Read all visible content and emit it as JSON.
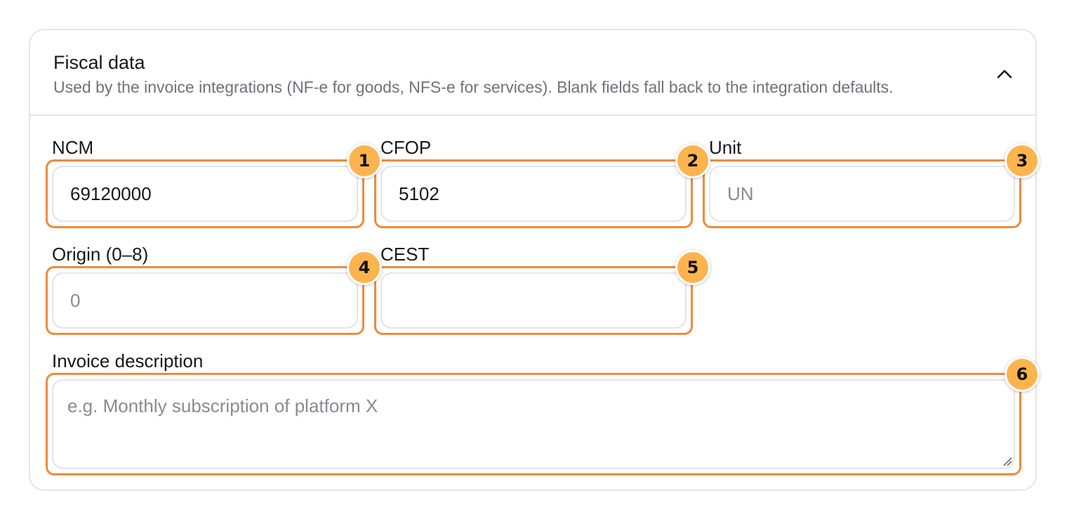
{
  "section": {
    "title": "Fiscal data",
    "subtitle": "Used by the invoice integrations (NF-e for goods, NFS-e for services). Blank fields fall back to the integration defaults.",
    "collapse_icon": "chevron-up-icon"
  },
  "fields": {
    "ncm": {
      "label": "NCM",
      "value": "69120000",
      "placeholder": ""
    },
    "cfop": {
      "label": "CFOP",
      "value": "5102",
      "placeholder": ""
    },
    "unit": {
      "label": "Unit",
      "value": "",
      "placeholder": "UN"
    },
    "origin": {
      "label": "Origin (0–8)",
      "value": "",
      "placeholder": "0"
    },
    "cest": {
      "label": "CEST",
      "value": "",
      "placeholder": ""
    },
    "invoice_description": {
      "label": "Invoice description",
      "value": "",
      "placeholder": "e.g. Monthly subscription of platform X"
    }
  },
  "annotations": [
    "1",
    "2",
    "3",
    "4",
    "5",
    "6"
  ],
  "colors": {
    "highlight": "#f08a3c",
    "badge": "#fdb44f",
    "border": "#e4e4e7",
    "muted_text": "#71717a"
  }
}
